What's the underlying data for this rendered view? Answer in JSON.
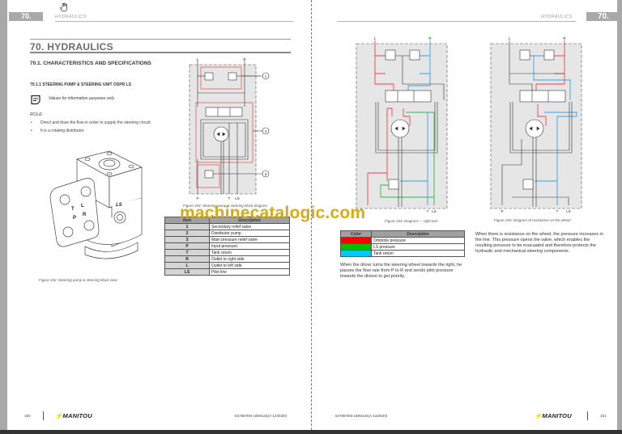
{
  "header": {
    "chapter_number": "70.",
    "section_title": "HYDRAULICS"
  },
  "left_page": {
    "heading_1": "70. HYDRAULICS",
    "heading_2": "70.1. CHARACTERISTICS AND SPECIFICATIONS",
    "heading_3": "70.1.1 STEERING PUMP & STEERING UNIT OSPR LS",
    "note": "Values for information purposes only",
    "role_label": "ROLE:",
    "role_bullets": [
      "Direct and dose the flow in order to supply the steering circuit.",
      "It is a rotating distributor."
    ],
    "figure_332_caption": "Figure 332: Steering pump & steering block view",
    "pump_labels": [
      "T",
      "L",
      "P",
      "R",
      "LS"
    ],
    "figure_333_caption": "Figure 333: Steering pump & steering block diagram",
    "diagram_labels": {
      "L": "L",
      "R": "R",
      "P": "P",
      "T": "T",
      "LS": "LS",
      "callouts": [
        "1",
        "2",
        "3"
      ]
    },
    "items_table": {
      "headers": [
        "Item",
        "Description"
      ],
      "rows": [
        [
          "1",
          "Secondary relief valve"
        ],
        [
          "2",
          "Distributor pump"
        ],
        [
          "3",
          "Main pressure relief valve"
        ],
        [
          "P",
          "Input pressure."
        ],
        [
          "T",
          "Tank return"
        ],
        [
          "R",
          "Outlet to right side"
        ],
        [
          "L",
          "Outlet to left side"
        ],
        [
          "LS",
          "Pilot line"
        ]
      ]
    },
    "footer": {
      "page_number": "150",
      "brand": "MANITOU",
      "doc_ref": "647867EN-UDM134(A-12/2020)"
    }
  },
  "right_page": {
    "figure_334_caption": "Figure 334: Diagram — right turn",
    "figure_335_caption": "Figure 335: Diagram of resistance on the wheel",
    "color_table": {
      "headers": [
        "Color",
        "Description"
      ],
      "rows": [
        {
          "color": "#ff0000",
          "label": "Orbitrole pressure"
        },
        {
          "color": "#00c000",
          "label": "LS pressure"
        },
        {
          "color": "#00c8ff",
          "label": "Tank return"
        }
      ]
    },
    "right_turn_text": "When the driver turns the steering wheel towards the right, he passes the flow rate from P to R and sends pilot pressure towards the divisor to get priority.",
    "resistance_text": "When there is resistance on the wheel, the pressure increases in the line. This pressure opens the valve, which enables the resulting pressure to be evacuated and therefore protects the hydraulic and mechanical steering components.",
    "footer": {
      "doc_ref": "647867EN-UDM134(A-12/2020)",
      "brand": "MANITOU",
      "page_number": "151"
    }
  },
  "watermark": "machinecatalogic.com",
  "colors": {
    "red_line": "#e8474a",
    "blue_line": "#3aa0e0",
    "green_line": "#2db84a",
    "chapter_tab": "#a9a9a9",
    "watermark": "#d4a80a"
  }
}
